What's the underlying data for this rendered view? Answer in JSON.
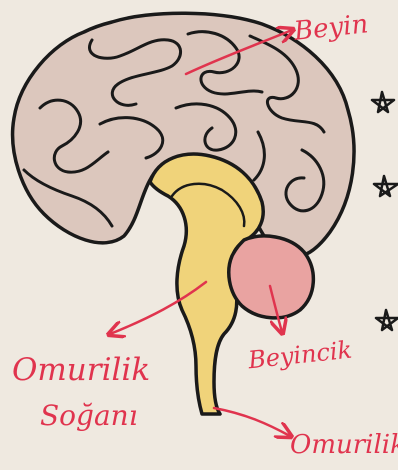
{
  "labels": {
    "beyin": "Beyin",
    "omurilik_sogani_line1": "Omurilik",
    "omurilik_sogani_line2": "Soğanı",
    "beyincik": "Beyincik",
    "omurilik": "Omurilik"
  },
  "colors": {
    "paper": "#efe9e0",
    "cerebrum_fill": "#dcc7bd",
    "brainstem_fill": "#f0d37a",
    "cerebellum_fill": "#e9a3a1",
    "outline": "#1a1a1a",
    "label_red": "#e0344e"
  }
}
